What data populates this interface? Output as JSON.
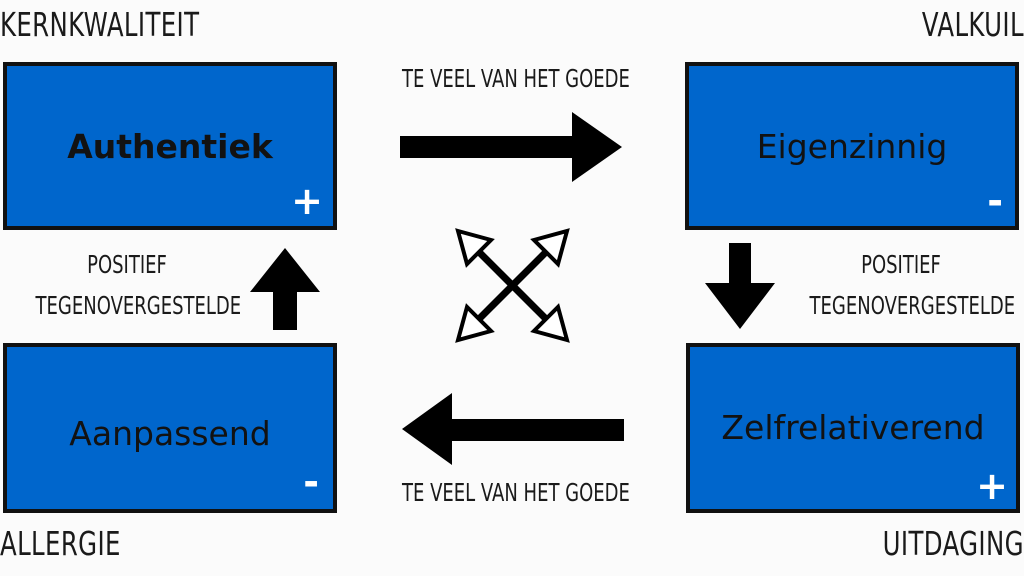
{
  "corners": {
    "top_left": "KERNKWALITEIT",
    "top_right": "VALKUIL",
    "bottom_left": "ALLERGIE",
    "bottom_right": "UITDAGING"
  },
  "boxes": {
    "kernkwaliteit": {
      "text": "Authentiek",
      "sign": "+"
    },
    "valkuil": {
      "text": "Eigenzinnig",
      "sign": "-"
    },
    "allergie": {
      "text": "Aanpassend",
      "sign": "-"
    },
    "uitdaging": {
      "text": "Zelfrelativerend",
      "sign": "+"
    }
  },
  "arrow_labels": {
    "top": "TE VEEL VAN HET GOEDE",
    "bottom": "TE VEEL VAN HET GOEDE",
    "left_line1": "POSITIEF",
    "left_line2": "TEGENOVERGESTELDE",
    "right_line1": "POSITIEF",
    "right_line2": "TEGENOVERGESTELDE"
  },
  "colors": {
    "box_fill": "#0066cc",
    "border": "#111111",
    "sign": "#ffffff",
    "background": "#fbfbfb"
  },
  "icons": {
    "center": "four-way-cross-arrows-icon"
  }
}
